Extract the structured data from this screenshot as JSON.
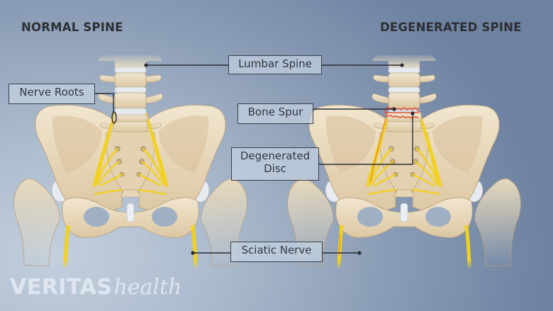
{
  "titles": {
    "left": "NORMAL SPINE",
    "right": "DEGENERATED SPINE"
  },
  "labels": {
    "nerve_roots": "Nerve Roots",
    "lumbar_spine": "Lumbar Spine",
    "bone_spur": "Bone Spur",
    "degenerated_disc": "Degenerated Disc",
    "sciatic_nerve": "Sciatic Nerve"
  },
  "logo": {
    "brand": "VERITAS",
    "sub": "health"
  },
  "colors": {
    "background_light": "#c3cfdd",
    "background_dark": "#6d82a1",
    "bone": "#eadcc0",
    "bone_shadow": "#cfb48e",
    "disc": "#e4e8ee",
    "nerve": "#f2d21c",
    "spur": "#e2553a",
    "leader_line": "#2b2d33",
    "title_text": "#2e2f33"
  }
}
